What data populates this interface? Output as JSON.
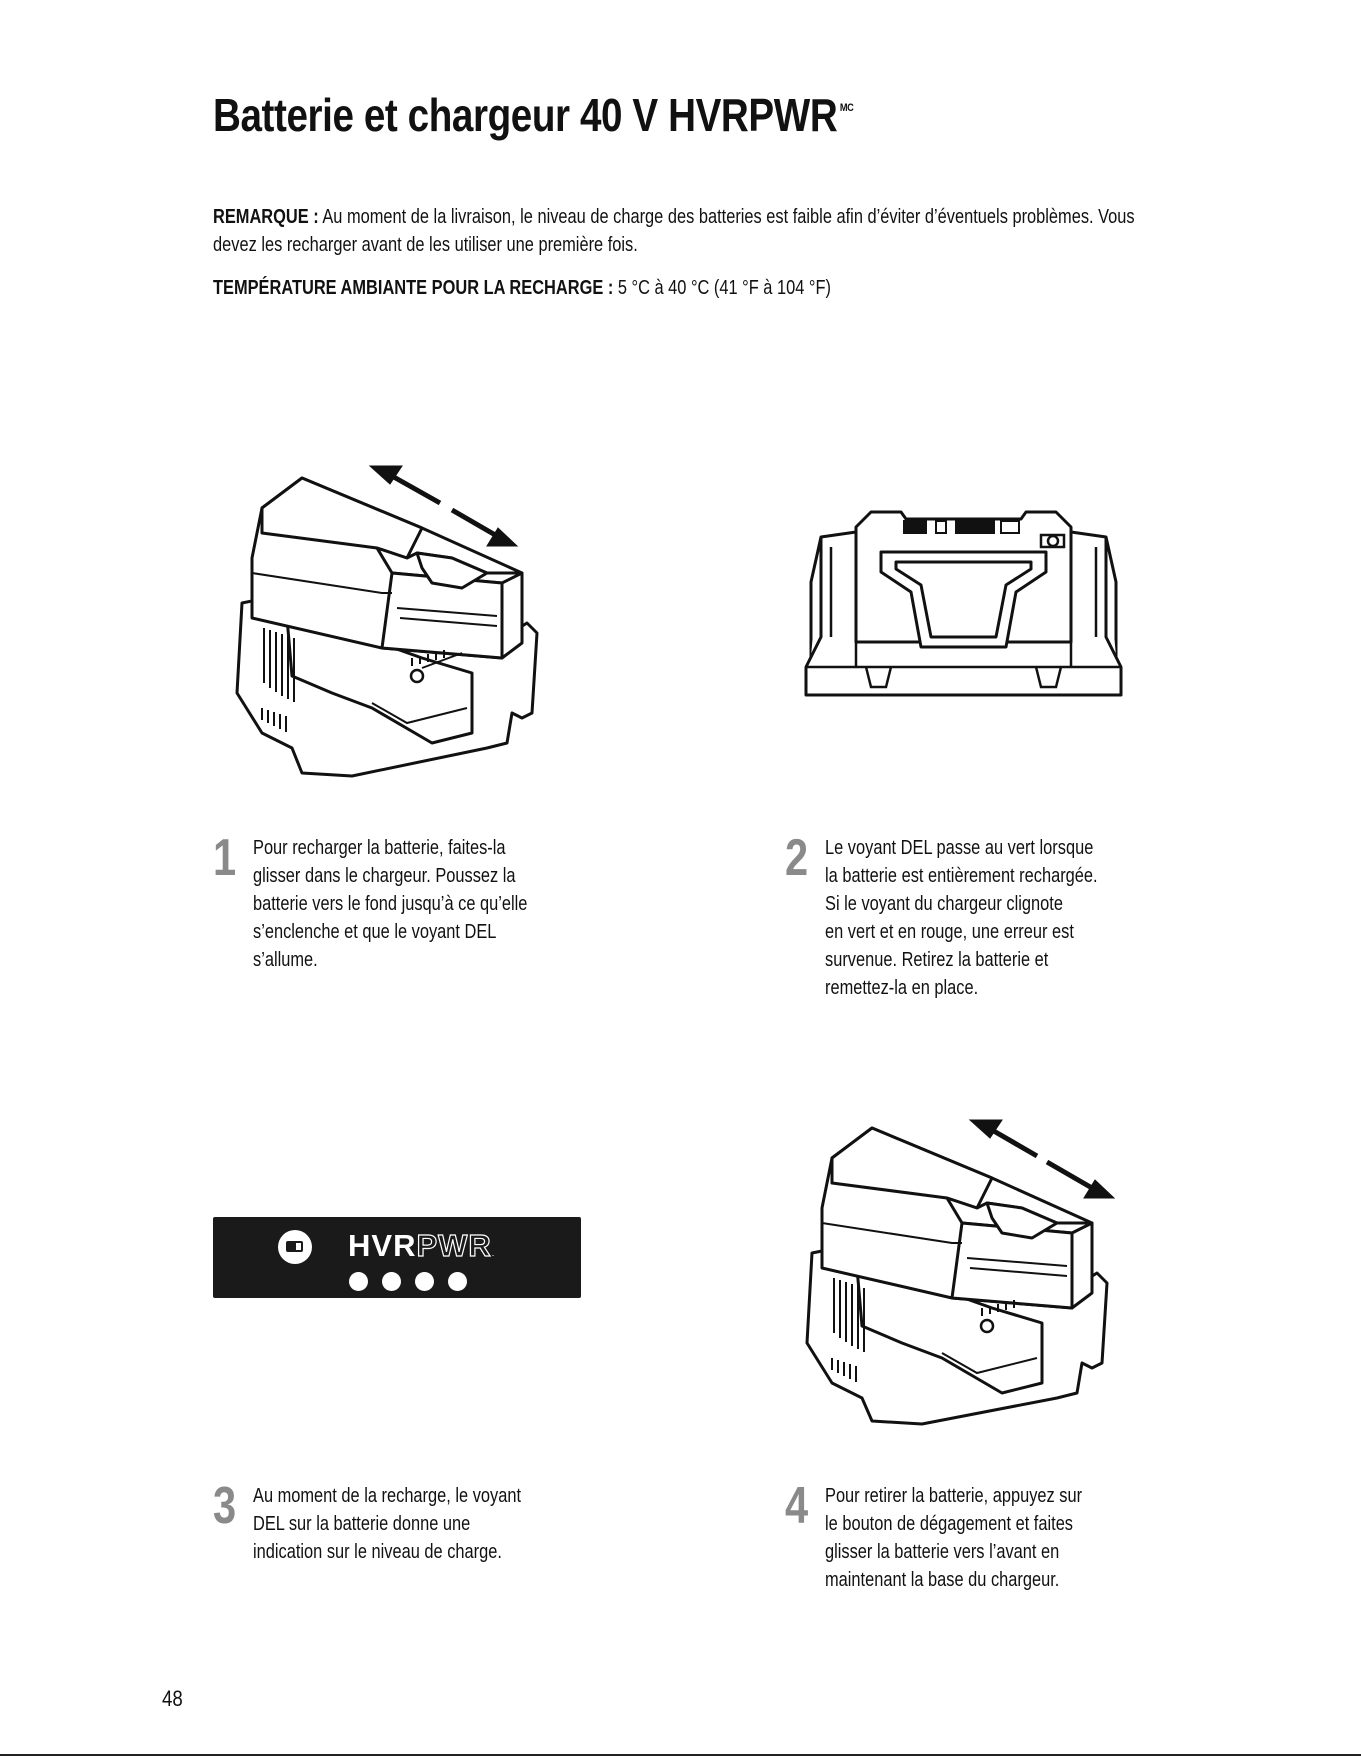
{
  "page": {
    "title": "Batterie et chargeur 40 V HVRPWR",
    "title_mark": "MC",
    "note_label": "REMARQUE :",
    "note_text": " Au moment de la livraison, le niveau de charge des batteries est faible afin d’éviter d’éventuels problèmes. Vous devez les recharger avant de les utiliser une première fois.",
    "temp_label": "TEMPÉRATURE AMBIANTE POUR LA RECHARGE :",
    "temp_text": " 5 °C à 40 °C (41 °F à 104 °F)",
    "page_number": "48"
  },
  "steps": [
    {
      "number": "1",
      "text": "Pour recharger la batterie, faites-la\nglisser dans le chargeur. Poussez la\nbatterie vers le fond jusqu’à ce qu’elle\ns’enclenche et que le voyant DEL\ns’allume."
    },
    {
      "number": "2",
      "text": "Le voyant DEL passe au vert lorsque\nla batterie est entièrement rechargée.\nSi le voyant du chargeur clignote\nen vert et en rouge, une erreur est\nsurvenue. Retirez la batterie et\nremettez-la en place."
    },
    {
      "number": "3",
      "text": "Au moment de la recharge, le voyant\nDEL sur la batterie donne une\nindication sur le niveau de charge."
    },
    {
      "number": "4",
      "text": "Pour retirer la batterie, appuyez sur\nle bouton de dégagement et faites\nglisser la batterie vers l’avant en\nmaintenant la base du chargeur."
    }
  ],
  "battery_panel": {
    "brand_bold": "HVR",
    "brand_outline": "PWR",
    "brand_mark": ".",
    "icon": "battery-icon",
    "led_count": 4
  },
  "colors": {
    "text": "#111111",
    "step_number": "#8a8a8a",
    "panel": "#1a1a1a"
  }
}
